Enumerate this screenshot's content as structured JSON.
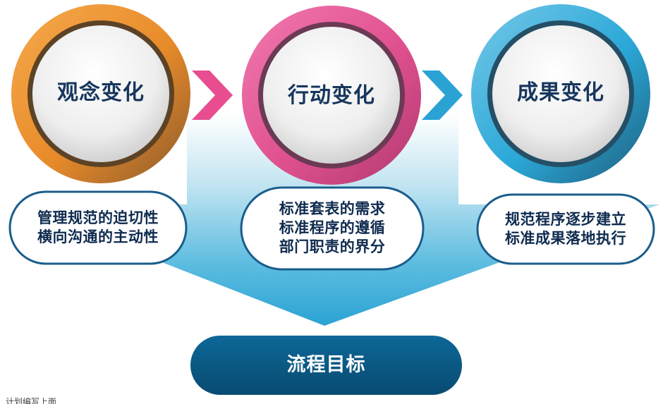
{
  "colors": {
    "orange": "#e88b2a",
    "pink": "#e0508f",
    "blue": "#2ba8d8",
    "dark_blue": "#0a5a87",
    "text_dark": "#17365d"
  },
  "circles": [
    {
      "label": "观念变化",
      "color": "orange"
    },
    {
      "label": "行动变化",
      "color": "pink"
    },
    {
      "label": "成果变化",
      "color": "blue"
    }
  ],
  "descriptions": [
    {
      "lines": [
        "管理规范的迫切性",
        "横向沟通的主动性"
      ]
    },
    {
      "lines": [
        "标准套表的需求",
        "标准程序的遵循",
        "部门职责的界分"
      ]
    },
    {
      "lines": [
        "规范程序逐步建立",
        "标准成果落地执行"
      ]
    }
  ],
  "goal": {
    "label": "流程目标"
  },
  "footnote": "计划编写上面"
}
